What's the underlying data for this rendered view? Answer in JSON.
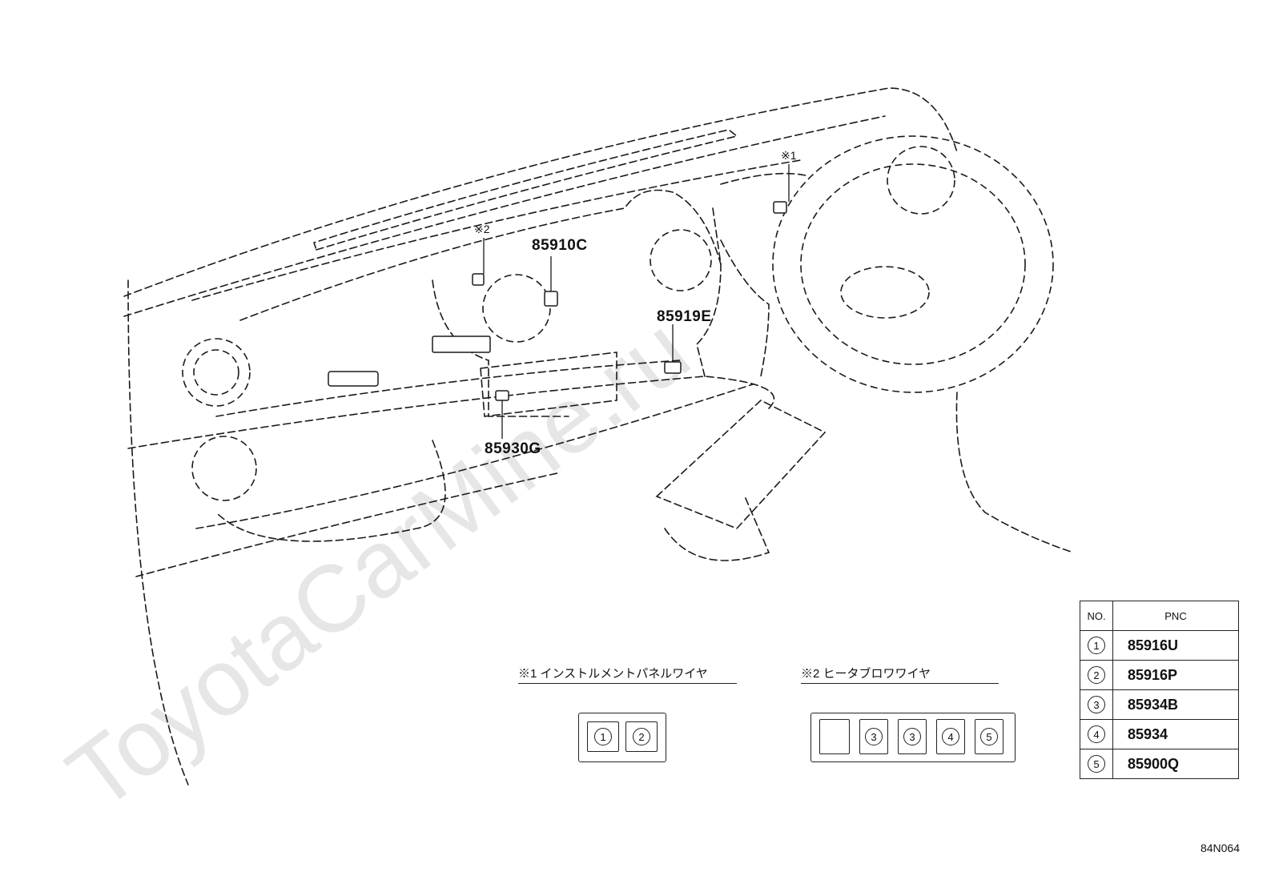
{
  "watermark": "ToyotaCarMine.ru",
  "callouts": {
    "p85910c": "85910C",
    "p85919e": "85919E",
    "p85930g": "85930G",
    "mark1": "※1",
    "mark2": "※2"
  },
  "wires": {
    "w1_title": "※1 インストルメントパネルワイヤ",
    "w2_title": "※2 ヒータブロワワイヤ",
    "w1_slots": [
      "1",
      "2"
    ],
    "w2_slots": [
      "",
      "3",
      "3",
      "4",
      "5"
    ]
  },
  "table": {
    "col_no": "NO.",
    "col_pnc": "PNC",
    "rows": [
      {
        "no": "1",
        "pnc": "85916U"
      },
      {
        "no": "2",
        "pnc": "85916P"
      },
      {
        "no": "3",
        "pnc": "85934B"
      },
      {
        "no": "4",
        "pnc": "85934"
      },
      {
        "no": "5",
        "pnc": "85900Q"
      }
    ]
  },
  "diagram_code": "84N064"
}
